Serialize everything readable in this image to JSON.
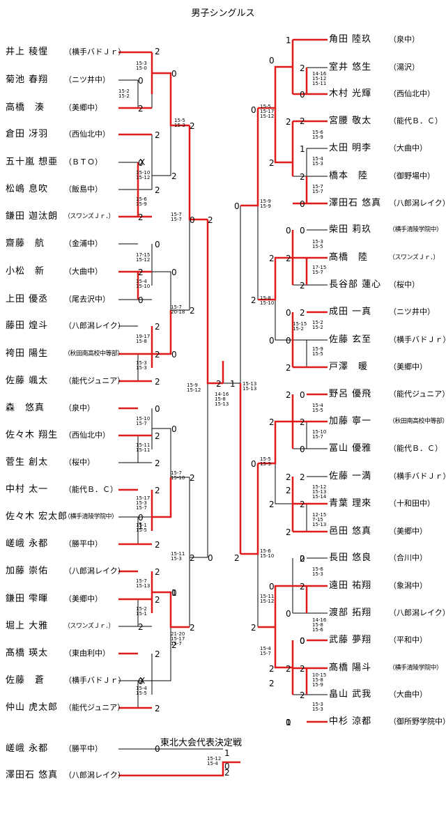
{
  "title": "男子シングルス",
  "final_title": "東北大会代表決定戦",
  "left_players": [
    {
      "name": "井上 稜惺",
      "club": "（横手バドＪｒ）"
    },
    {
      "name": "菊池 春翔",
      "club": "（ニツ井中）"
    },
    {
      "name": "高橋　湊",
      "club": "（美郷中）"
    },
    {
      "name": "倉田 冴羽",
      "club": "（西仙北中）"
    },
    {
      "name": "五十嵐 想亜",
      "club": "（ＢＴＯ）"
    },
    {
      "name": "松嶋 息吹",
      "club": "（飯島中）"
    },
    {
      "name": "鎌田 迦汰朗",
      "club": "（スワンズＪｒ．）"
    },
    {
      "name": "齋藤　航",
      "club": "（金浦中）"
    },
    {
      "name": "小松　新",
      "club": "（大曲中）"
    },
    {
      "name": "上田 優丞",
      "club": "（尾去沢中）"
    },
    {
      "name": "藤田 煌斗",
      "club": "（八郎潟レイク）"
    },
    {
      "name": "袴田 陽生",
      "club": "（秋田南高校中等部）"
    },
    {
      "name": "佐藤 颯太",
      "club": "（能代ジュニア）"
    },
    {
      "name": "森　悠真",
      "club": "（泉中）"
    },
    {
      "name": "佐々木 翔生",
      "club": "（西仙北中）"
    },
    {
      "name": "菅生 創太",
      "club": "（桜中）"
    },
    {
      "name": "中村 太一",
      "club": "（能代Ｂ．Ｃ）"
    },
    {
      "name": "佐々木 宏太郎",
      "club": "（横手清陵学院中）"
    },
    {
      "name": "嵯峨 永都",
      "club": "（勝平中）"
    },
    {
      "name": "加藤 崇佑",
      "club": "（八郎潟レイク）"
    },
    {
      "name": "鎌田 雫暉",
      "club": "（美郷中）"
    },
    {
      "name": "堀上 大雅",
      "club": "（スワンズＪｒ．）"
    },
    {
      "name": "髙橋 瑛太",
      "club": "（東由利中）"
    },
    {
      "name": "佐藤　蒼",
      "club": "（横手バドＪｒ）"
    },
    {
      "name": "仲山 虎太郎",
      "club": "（能代ジュニア）"
    }
  ],
  "right_players": [
    {
      "name": "角田 陸玖",
      "club": "（泉中）"
    },
    {
      "name": "室井 悠生",
      "club": "（湯沢）"
    },
    {
      "name": "木村 光輝",
      "club": "（西仙北中）"
    },
    {
      "name": "宮腰 敬太",
      "club": "（能代Ｂ．Ｃ）"
    },
    {
      "name": "太田 明李",
      "club": "（大曲中）"
    },
    {
      "name": "橋本　陸",
      "club": "（御野場中）"
    },
    {
      "name": "澤田石 悠真",
      "club": "（八郎潟レイク）"
    },
    {
      "name": "柴田 莉玖",
      "club": "（横手清陵学院中）"
    },
    {
      "name": "髙橋　陸",
      "club": "（スワンズＪｒ．）"
    },
    {
      "name": "長谷部 蓮心",
      "club": "（桜中）"
    },
    {
      "name": "成田 一真",
      "club": "（ニツ井中）"
    },
    {
      "name": "佐藤 玄至",
      "club": "（横手バドＪｒ）"
    },
    {
      "name": "戸澤　暖",
      "club": "（美郷中）"
    },
    {
      "name": "野呂 優飛",
      "club": "（能代ジュニア）"
    },
    {
      "name": "加藤 寧一",
      "club": "（秋田南高校中等部）"
    },
    {
      "name": "冨山 優雅",
      "club": "（能代Ｂ．Ｃ）"
    },
    {
      "name": "佐藤 一満",
      "club": "（横手バドＪｒ）"
    },
    {
      "name": "青葉 理來",
      "club": "（十和田中）"
    },
    {
      "name": "邑田 悠真",
      "club": "（美郷中）"
    },
    {
      "name": "長田 悠良",
      "club": "（合川中）"
    },
    {
      "name": "遠田 祐翔",
      "club": "（象潟中）"
    },
    {
      "name": "渡部 拓翔",
      "club": "（八郎潟レイク）"
    },
    {
      "name": "武藤 夢翔",
      "club": "（平和中）"
    },
    {
      "name": "髙橋 陽斗",
      "club": "（横手清陵学院中）"
    },
    {
      "name": "畠山 武我",
      "club": "（大曲中）"
    },
    {
      "name": "中杉 涼都",
      "club": "（御所野学院中）"
    }
  ],
  "final_players": [
    {
      "name": "嵯峨 永都",
      "club": "（勝平中）"
    },
    {
      "name": "澤田石 悠真",
      "club": "（八郎潟レイク）"
    }
  ],
  "wins": [
    "2",
    "0",
    "2",
    "2",
    "0",
    "2",
    "2",
    "0",
    "2",
    "0",
    "2",
    "2",
    "2",
    "0",
    "0",
    "2",
    "2",
    "2",
    "0",
    "1",
    "2",
    "2",
    "2",
    "0",
    "2",
    "2",
    "0",
    "2",
    "0",
    "2",
    "2",
    "2",
    "0",
    "0",
    "2",
    "2",
    "1",
    "2",
    "0",
    "2",
    "1",
    "1",
    "0",
    "2",
    "0",
    "2",
    "1",
    "2",
    "0",
    "0",
    "2",
    "2",
    "0",
    "0",
    "2",
    "2",
    "2",
    "0",
    "2",
    "2",
    "2",
    "2",
    "0",
    "2",
    "0",
    "0",
    "2",
    "2",
    "0",
    "0",
    "2",
    "2",
    "2",
    "0",
    "0",
    "2",
    "2",
    "2",
    "0",
    "2",
    "0",
    "2",
    "1",
    "0",
    "2",
    "0",
    "2",
    "0",
    "2",
    "2",
    "0",
    "2",
    "2",
    "1",
    "2",
    "0",
    "2",
    "0",
    "2"
  ],
  "scores": [
    "15-3\n15-0",
    "15-2\n15-2",
    "15-5\n15-3",
    "15-10\n15-12",
    "15-6\n15-9",
    "15-7\n15-7",
    "17-15\n15-12",
    "15-4\n15-10",
    "15-7\n20-18",
    "19-17\n15-8",
    "15-3\n15-3",
    "15-9\n15-12",
    "15-10\n15-7",
    "15-11\n15-11",
    "15-7\n15-10",
    "15-17\n15-3\n15-7",
    "15-1\n15-5",
    "15-11\n15-3",
    "15-7\n15-13",
    "15-2\n15-1",
    "21-20\n15-17\n15-7",
    "15-4\n15-5",
    "14-16\n15-8\n15-13",
    "15-13\n15-13",
    "15-15\n15-2",
    "14-16\n15-12\n15-11",
    "15-5\n15-17\n15-12",
    "15-6\n15-9",
    "15-4\n15-3",
    "15-9\n15-9",
    "15-7\n15-7",
    "15-3\n15-5",
    "17-15\n15-7",
    "15-8\n15-10",
    "15-2\n15-2",
    "15-9\n15-5",
    "15-4\n15-5",
    "15-10\n15-7",
    "15-5\n15-3",
    "15-12\n15-13\n15-14",
    "12-15\n7-15\n15-13",
    "15-6\n15-10",
    "15-6\n15-3",
    "15-11\n15-12",
    "14-16\n15-8\n15-6",
    "15-4\n15-7",
    "10-15\n15-8\n15-9",
    "15-3\n15-3",
    "15-12\n15-4"
  ],
  "x_marks": [
    "X",
    "X"
  ]
}
